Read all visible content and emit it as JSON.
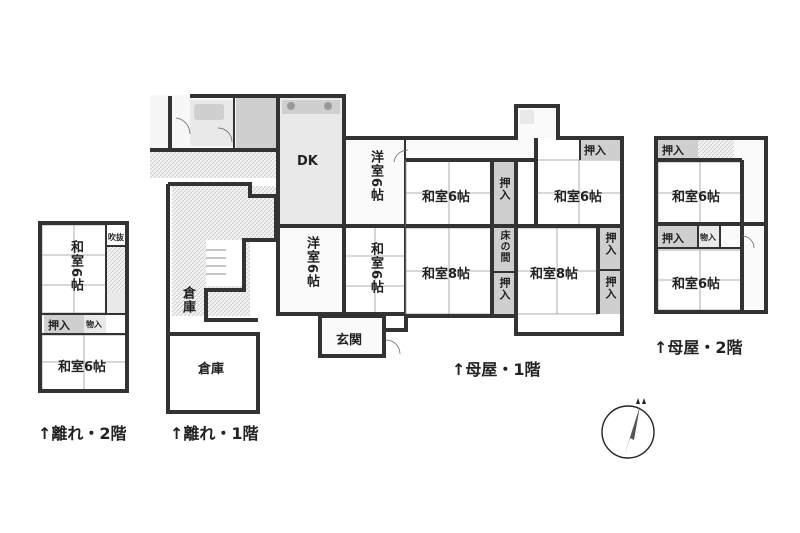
{
  "rooms": {
    "dk": "DK",
    "yoshitsu_top": "洋室6帖",
    "yoshitsu_mid": "洋室6帖",
    "washitsu_vertical": "和室6帖",
    "washitsu_6_a": "和室6帖",
    "washitsu_6_b": "和室6帖",
    "washitsu_8_a": "和室8帖",
    "washitsu_8_b": "和室8帖",
    "genkan": "玄関",
    "tokonoma": "床の間",
    "souko_vertical": "倉庫",
    "souko": "倉庫",
    "hanare2_washitsu_vertical": "和室6帖",
    "hanare2_washitsu": "和室6帖",
    "hanare2_fukinuke": "吹抜",
    "moya2_washitsu_a": "和室6帖",
    "moya2_washitsu_b": "和室6帖",
    "oshiire": "押入",
    "monoire": "物入"
  },
  "captions": {
    "moya_1f": "↑母屋・1階",
    "moya_2f": "↑母屋・2階",
    "hanare_2f": "↑離れ・2階",
    "hanare_1f": "↑離れ・1階"
  },
  "compass": {
    "icon": "north-arrow-icon"
  }
}
